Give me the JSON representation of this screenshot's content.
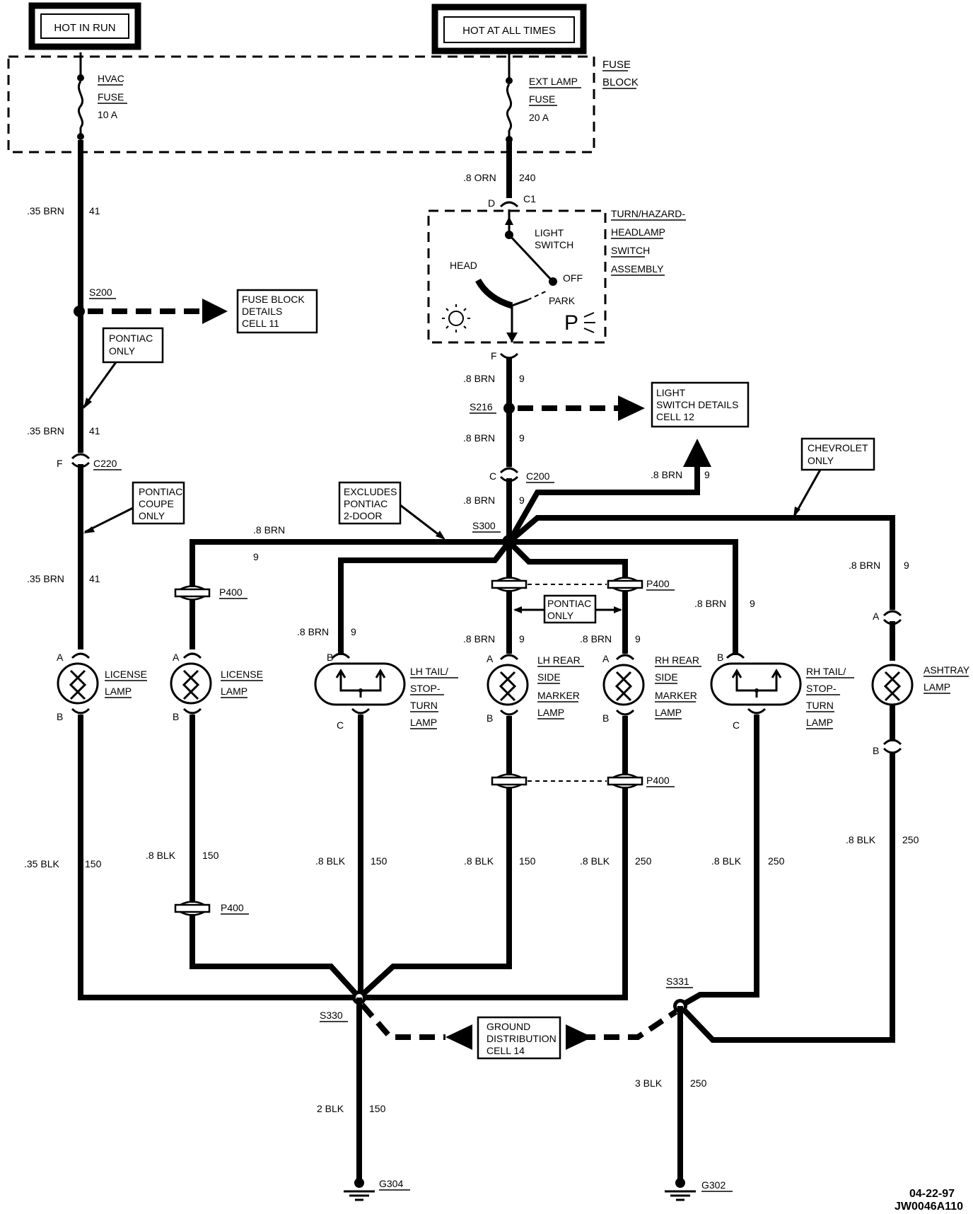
{
  "sources": {
    "hot_in_run": "HOT IN RUN",
    "hot_at_all_times": "HOT AT ALL TIMES"
  },
  "fuse_block": {
    "label_1": "FUSE",
    "label_2": "BLOCK",
    "hvac_fuse": {
      "l1": "HVAC",
      "l2": "FUSE",
      "l3": "10 A"
    },
    "ext_lamp_fuse": {
      "l1": "EXT LAMP",
      "l2": "FUSE",
      "l3": "20 A"
    }
  },
  "switch": {
    "title_1": "TURN/HAZARD-",
    "title_2": "HEADLAMP",
    "title_3": "SWITCH",
    "title_4": "ASSEMBLY",
    "light_switch_1": "LIGHT",
    "light_switch_2": "SWITCH",
    "head": "HEAD",
    "off": "OFF",
    "park": "PARK",
    "park_symbol": "P",
    "pin_d": "D",
    "pin_f": "F",
    "connector": "C1"
  },
  "wires": {
    "orn_240": {
      "gauge": ".8 ORN",
      "circuit": "240"
    },
    "brn41_a": {
      "gauge": ".35 BRN",
      "circuit": "41"
    },
    "brn41_b": {
      "gauge": ".35 BRN",
      "circuit": "41"
    },
    "brn41_c": {
      "gauge": ".35 BRN",
      "circuit": "41"
    },
    "brn9_a": {
      "gauge": ".8 BRN",
      "circuit": "9"
    },
    "brn9_b": {
      "gauge": ".8 BRN",
      "circuit": "9"
    },
    "brn9_c": {
      "gauge": ".8 BRN",
      "circuit": "9"
    },
    "brn9_up": {
      "gauge": ".8 BRN",
      "circuit": "9"
    },
    "brn9_left": {
      "gauge": ".8 BRN",
      "circuit": "9"
    },
    "brn9_lhtail": {
      "gauge": ".8 BRN",
      "circuit": "9"
    },
    "brn9_lhside": {
      "gauge": ".8 BRN",
      "circuit": "9"
    },
    "brn9_rhside": {
      "gauge": ".8 BRN",
      "circuit": "9"
    },
    "brn9_rhtail": {
      "gauge": ".8 BRN",
      "circuit": "9"
    },
    "brn9_ash": {
      "gauge": ".8 BRN",
      "circuit": "9"
    },
    "blk_a": {
      "gauge": ".35 BLK",
      "circuit": "150"
    },
    "blk_b": {
      "gauge": ".8 BLK",
      "circuit": "150"
    },
    "blk_c": {
      "gauge": ".8 BLK",
      "circuit": "150"
    },
    "blk_d": {
      "gauge": ".8 BLK",
      "circuit": "150"
    },
    "blk_e": {
      "gauge": ".8 BLK",
      "circuit": "250"
    },
    "blk_f": {
      "gauge": ".8 BLK",
      "circuit": "250"
    },
    "blk_g": {
      "gauge": ".8 BLK",
      "circuit": "250"
    },
    "blk_g304": {
      "gauge": "2 BLK",
      "circuit": "150"
    },
    "blk_g302": {
      "gauge": "3 BLK",
      "circuit": "250"
    }
  },
  "splices": {
    "s200": "S200",
    "s216": "S216",
    "s300": "S300",
    "s330": "S330",
    "s331": "S331"
  },
  "connectors": {
    "c220": "C220",
    "c220_pin": "F",
    "c200": "C200",
    "c200_pin": "C",
    "p400_a": "P400",
    "p400_b": "P400",
    "p400_c": "P400",
    "p400_d": "P400"
  },
  "grounds": {
    "g304": "G304",
    "g302": "G302"
  },
  "notes": {
    "fuse_block_details": {
      "l1": "FUSE BLOCK",
      "l2": "DETAILS",
      "l3": "CELL 11"
    },
    "light_switch_details": {
      "l1": "LIGHT",
      "l2": "SWITCH DETAILS",
      "l3": "CELL 12"
    },
    "ground_distribution": {
      "l1": "GROUND",
      "l2": "DISTRIBUTION",
      "l3": "CELL 14"
    },
    "pontiac_only": {
      "l1": "PONTIAC",
      "l2": "ONLY"
    },
    "pontiac_coupe_only": {
      "l1": "PONTIAC",
      "l2": "COUPE",
      "l3": "ONLY"
    },
    "excludes_pontiac": {
      "l1": "EXCLUDES",
      "l2": "PONTIAC",
      "l3": "2-DOOR"
    },
    "chevrolet_only": {
      "l1": "CHEVROLET",
      "l2": "ONLY"
    },
    "pontiac_only_2": {
      "l1": "PONTIAC",
      "l2": "ONLY"
    }
  },
  "lamps": {
    "license_1": {
      "l1": "LICENSE",
      "l2": "LAMP",
      "pin_top": "A",
      "pin_bot": "B"
    },
    "license_2": {
      "l1": "LICENSE",
      "l2": "LAMP",
      "pin_top": "A",
      "pin_bot": "B"
    },
    "lh_tail": {
      "l1": "LH TAIL/",
      "l2": "STOP-",
      "l3": "TURN",
      "l4": "LAMP",
      "pin_top": "B",
      "pin_bot": "C"
    },
    "lh_side": {
      "l1": "LH REAR",
      "l2": "SIDE",
      "l3": "MARKER",
      "l4": "LAMP",
      "pin_top": "A",
      "pin_bot": "B"
    },
    "rh_side": {
      "l1": "RH REAR",
      "l2": "SIDE",
      "l3": "MARKER",
      "l4": "LAMP",
      "pin_top": "A",
      "pin_bot": "B"
    },
    "rh_tail": {
      "l1": "RH TAIL/",
      "l2": "STOP-",
      "l3": "TURN",
      "l4": "LAMP",
      "pin_top": "B",
      "pin_bot": "C"
    },
    "ashtray": {
      "l1": "ASHTRAY",
      "l2": "LAMP",
      "pin_top": "A",
      "pin_bot": "B"
    }
  },
  "footer": {
    "date": "04-22-97",
    "code": "JW0046A110"
  }
}
